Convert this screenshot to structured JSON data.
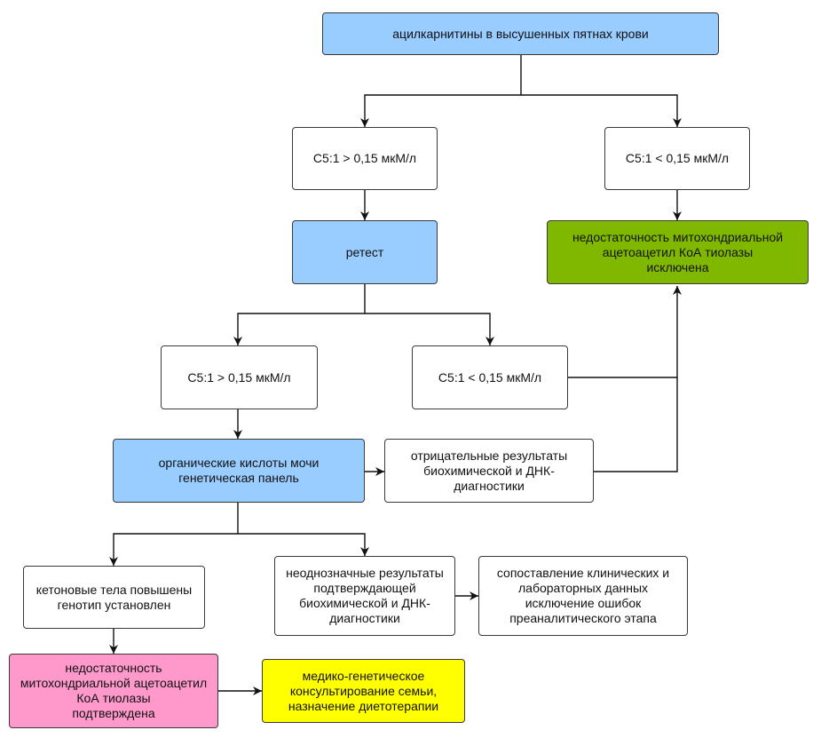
{
  "nodes": {
    "acylcarnitines": "ацилкарнитины в высушенных пятнах крови",
    "c51_high_1": "C5:1 > 0,15 мкМ/л",
    "c51_low_1": "C5:1 < 0,15 мкМ/л",
    "retest": "ретест",
    "excluded": "недостаточность митохондриальной\nацетоацетил КоА тиолазы\nисключена",
    "c51_high_2": "C5:1 > 0,15 мкМ/л",
    "c51_low_2": "C5:1 < 0,15 мкМ/л",
    "organic_acids": "органические кислоты мочи\nгенетическая панель",
    "negative_results": "отрицательные результаты\nбиохимической и ДНК-\nдиагностики",
    "ketones": "кетоновые тела повышены\nгенотип установлен",
    "ambiguous": "неоднозначные результаты\nподтверждающей\nбиохимической и ДНК-\nдиагностики",
    "comparison": "сопоставление клинических и\nлабораторных данных\nисключение ошибок\nпреаналитического этапа",
    "confirmed": "недостаточность\nмитохондриальной ацетоацетил\nКоА тиолазы\nподтверждена",
    "counseling": "медико-генетическое\nконсультирование семьи,\nназначение диетотерапии"
  },
  "colors": {
    "blue": "#99ccff",
    "green": "#80b800",
    "pink": "#ff99cc",
    "yellow": "#ffff00"
  }
}
